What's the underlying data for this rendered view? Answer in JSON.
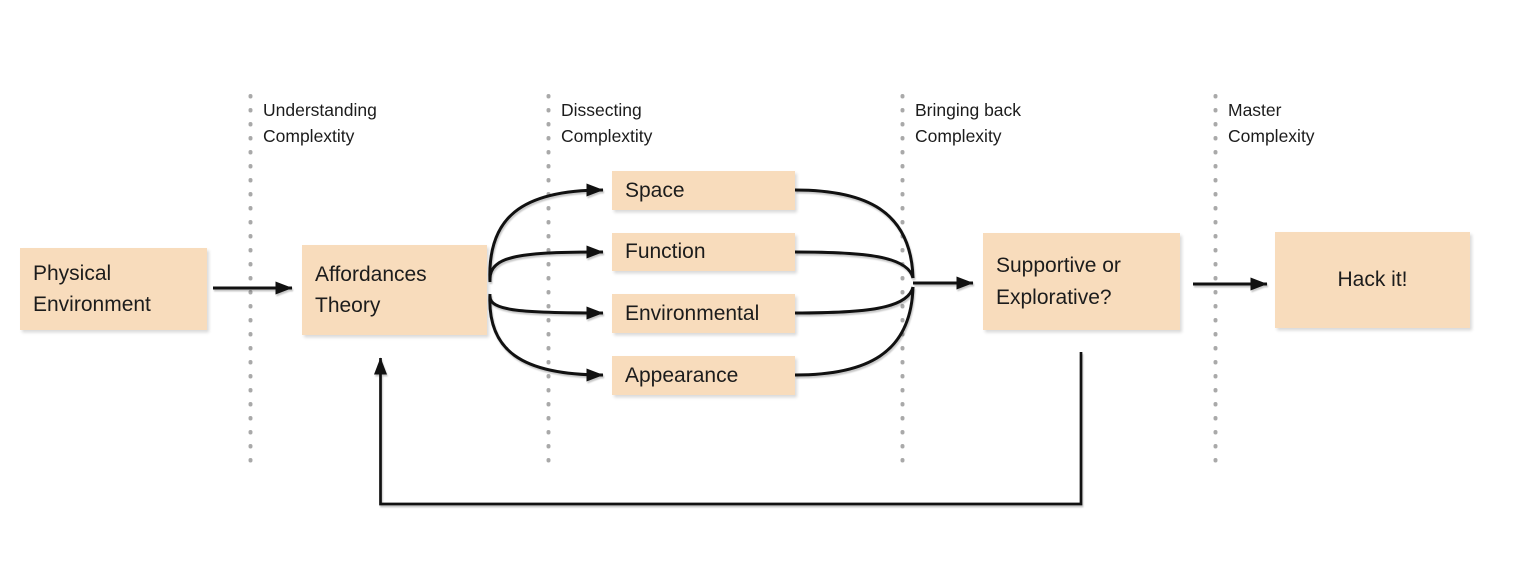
{
  "colors": {
    "node_fill": "#f8dcbc",
    "connector": "#111111",
    "dotted_guide": "#a9a9a9",
    "text": "#1c1c1c",
    "background": "#ffffff"
  },
  "phases": [
    {
      "label": "Understanding\nComplextity"
    },
    {
      "label": "Dissecting\nComplextity"
    },
    {
      "label": "Bringing back\nComplexity"
    },
    {
      "label": "Master\nComplexity"
    }
  ],
  "nodes": {
    "physical_environment": {
      "label": "Physical Environment"
    },
    "affordances_theory": {
      "label": "Affordances Theory"
    },
    "space": {
      "label": "Space"
    },
    "function": {
      "label": "Function"
    },
    "environmental": {
      "label": "Environmental"
    },
    "appearance": {
      "label": "Appearance"
    },
    "supportive_or_explorative": {
      "label": "Supportive or Explorative?"
    },
    "hack_it": {
      "label": "Hack it!"
    }
  }
}
